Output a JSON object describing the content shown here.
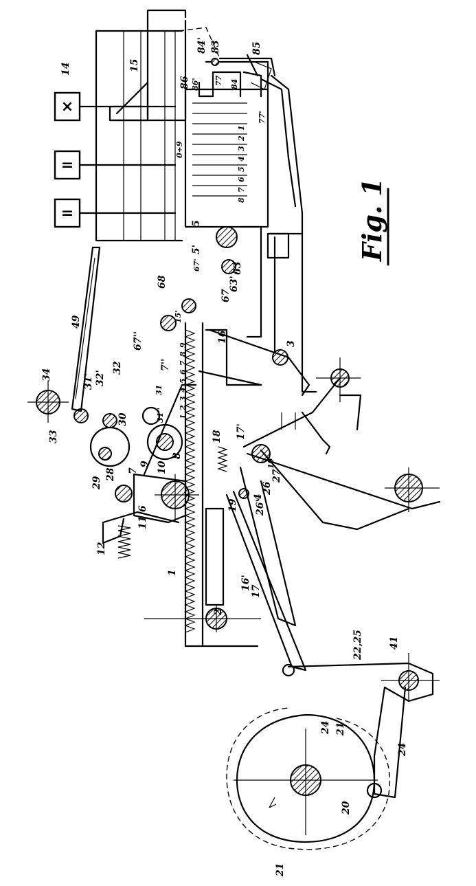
{
  "figure": {
    "caption": "Fig. 1"
  },
  "keys": [
    {
      "symbol": "×",
      "ref": "14"
    },
    {
      "symbol": "="
    },
    {
      "symbol": "="
    }
  ],
  "digit_scale_rack": [
    "1",
    "2",
    "3",
    "4",
    "5",
    "6",
    "7",
    "8",
    "9"
  ],
  "digit_scale_stops": [
    "0÷9",
    "1",
    "2",
    "3",
    "4",
    "5",
    "6",
    "7",
    "8"
  ],
  "reference_numerals": {
    "n1": "1",
    "n2": "2",
    "n3": "3",
    "n4": "4",
    "n5": "5",
    "n5p": "5'",
    "n6": "6",
    "n7": "7",
    "n8": "8",
    "n9": "9",
    "n10": "10",
    "n11": "11",
    "n12": "12",
    "n14": "14",
    "n15": "15",
    "n15p": "15'",
    "n16": "16",
    "n16p": "16'",
    "n17": "17",
    "n17p": "17'",
    "n18": "18",
    "n19": "19",
    "n20": "20",
    "n21a": "21",
    "n21b": "21",
    "n22_25": "22,25",
    "n24a": "24",
    "n24b": "24",
    "n26": "26",
    "n26p": "26'",
    "n27": "27",
    "n28": "28",
    "n29": "29",
    "n30": "30",
    "n31": "31",
    "n31p": "31'",
    "n31pp": "31''",
    "n32": "32",
    "n32p": "32'",
    "n33": "33",
    "n34": "34",
    "n41": "41",
    "n49": "49",
    "n63": "63",
    "n63p": "63'",
    "n67": "67",
    "n67p": "67'",
    "n67pp": "67''",
    "n68": "68",
    "n77": "77",
    "n77p": "77'",
    "n83": "83",
    "n84": "84",
    "n84p": "84'",
    "n85": "85",
    "n86": "86",
    "n86p": "86'",
    "n7pp": "7''"
  }
}
